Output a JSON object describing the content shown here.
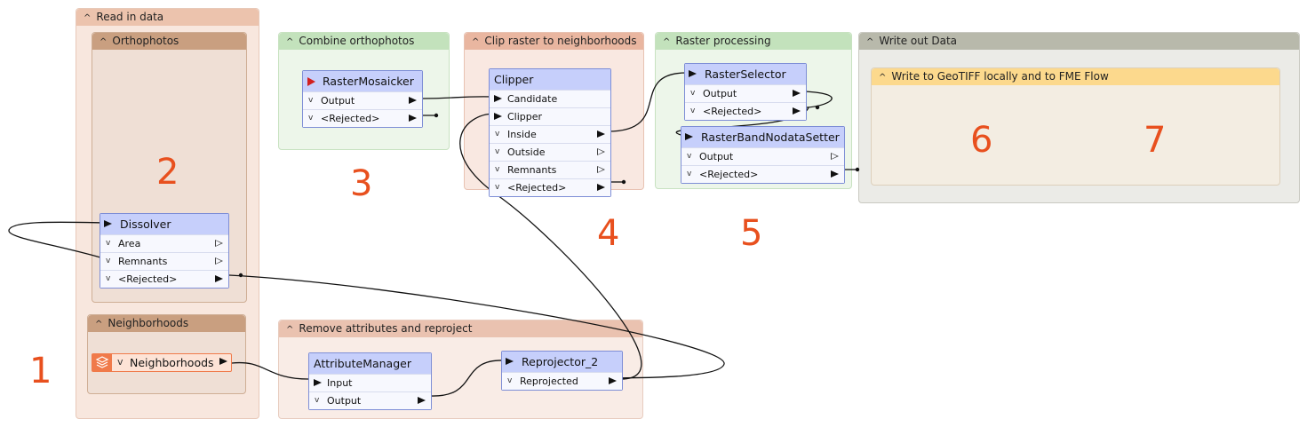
{
  "bookmarks": {
    "read_in_data": "Read in data",
    "orthophotos": "Orthophotos",
    "neighborhoods": "Neighborhoods",
    "combine_orthophotos": "Combine orthophotos",
    "clip_raster": "Clip raster to neighborhoods",
    "raster_processing": "Raster processing",
    "write_out_data": "Write out Data",
    "write_geotiff": "Write to GeoTIFF locally and to FME Flow",
    "remove_attributes": "Remove attributes and reproject"
  },
  "transformers": {
    "dissolver": {
      "name": "Dissolver",
      "ports": [
        "Area",
        "Remnants",
        "<Rejected>"
      ]
    },
    "neighborhoods_reader": {
      "name": "Neighborhoods"
    },
    "raster_mosaicker": {
      "name": "RasterMosaicker",
      "ports": [
        "Output",
        "<Rejected>"
      ]
    },
    "clipper": {
      "name": "Clipper",
      "inputs": [
        "Candidate",
        "Clipper"
      ],
      "ports": [
        "Inside",
        "Outside",
        "Remnants",
        "<Rejected>"
      ]
    },
    "raster_selector": {
      "name": "RasterSelector",
      "ports": [
        "Output",
        "<Rejected>"
      ]
    },
    "raster_band_nodata_setter": {
      "name": "RasterBandNodataSetter",
      "ports": [
        "Output",
        "<Rejected>"
      ]
    },
    "attribute_manager": {
      "name": "AttributeManager",
      "inputs": [
        "Input"
      ],
      "ports": [
        "Output"
      ]
    },
    "reprojector": {
      "name": "Reprojector_2",
      "ports": [
        "Reprojected"
      ]
    }
  },
  "step_numbers": [
    "1",
    "2",
    "3",
    "4",
    "5",
    "6",
    "7"
  ],
  "colors": {
    "step_number": "#e8501e",
    "transformer_header": "#c6cffb",
    "transformer_border": "#7e8ed6",
    "reader_accent": "#f07a4a"
  },
  "icons": {
    "caret_up": "^",
    "caret_down": "v",
    "reader_icon": "layers-icon",
    "disabled_input": "red-triangle-icon"
  }
}
